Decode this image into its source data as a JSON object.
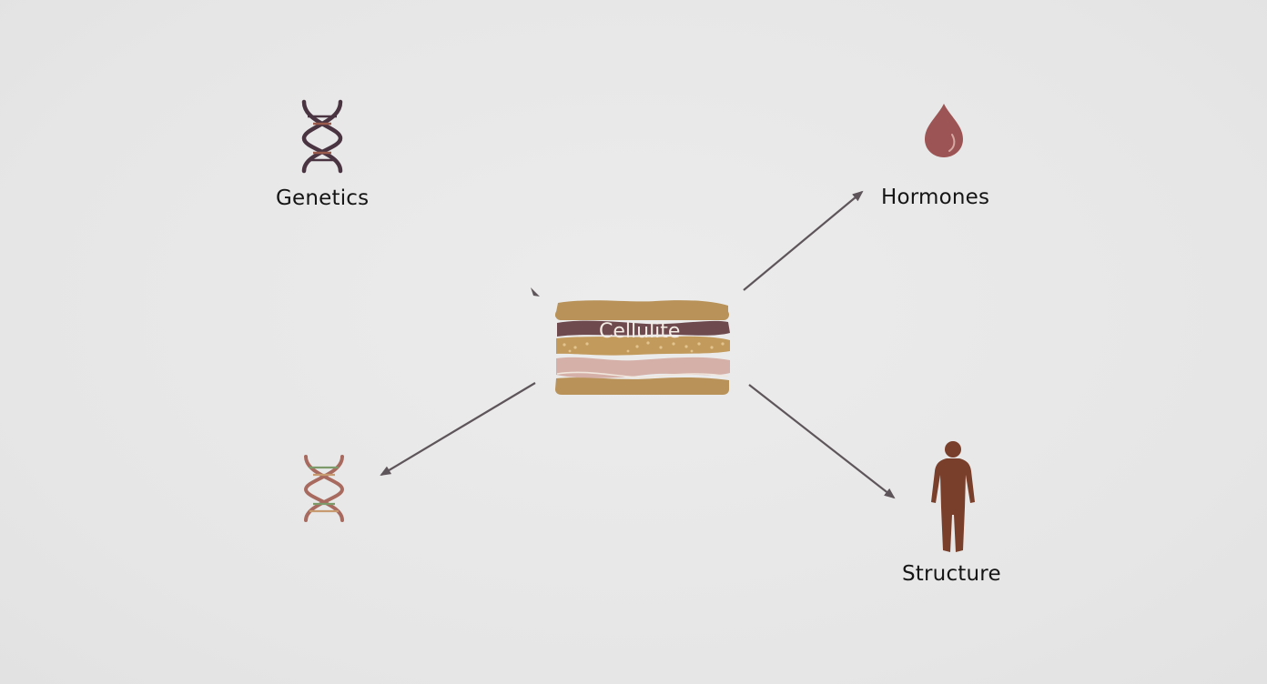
{
  "diagram": {
    "center": {
      "label": "Cellulite",
      "icon": "skin-layers-icon"
    },
    "nodes": [
      {
        "id": "genetics",
        "label": "Genetics",
        "icon": "dna-icon"
      },
      {
        "id": "hormones",
        "label": "Hormones",
        "icon": "blood-drop-icon"
      },
      {
        "id": "lifestyle",
        "label": "",
        "icon": "dna-icon"
      },
      {
        "id": "structure",
        "label": "Structure",
        "icon": "human-figure-icon"
      }
    ],
    "colors": {
      "background": "#e9e9e9",
      "arrow": "#5e555a",
      "dna_dark": "#4a3442",
      "dna_light": "#a86a5e",
      "drop": "#9c5454",
      "figure": "#7a3f2b",
      "layer_tan": "#b89258",
      "layer_plum": "#6e4a4f",
      "layer_pink": "#d4b0a8"
    }
  }
}
